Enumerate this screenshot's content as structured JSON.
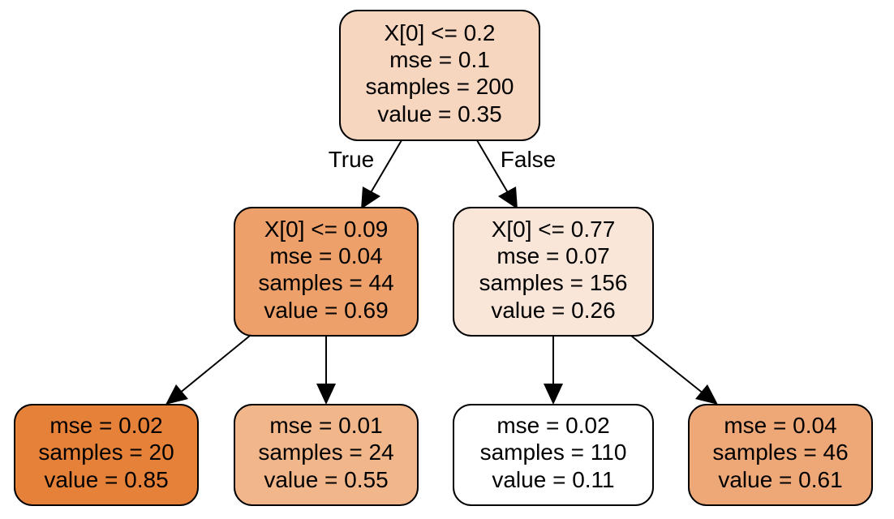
{
  "tree": {
    "root": {
      "lines": [
        "X[0] <= 0.2",
        "mse = 0.1",
        "samples = 200",
        "value = 0.35"
      ],
      "fill": "#f7d6bf"
    },
    "left": {
      "lines": [
        "X[0] <= 0.09",
        "mse = 0.04",
        "samples = 44",
        "value = 0.69"
      ],
      "fill": "#eda06a"
    },
    "right": {
      "lines": [
        "X[0] <= 0.77",
        "mse = 0.07",
        "samples = 156",
        "value = 0.26"
      ],
      "fill": "#fae6d9"
    },
    "left_left": {
      "lines": [
        "mse = 0.02",
        "samples = 20",
        "value = 0.85"
      ],
      "fill": "#e58139"
    },
    "left_right": {
      "lines": [
        "mse = 0.01",
        "samples = 24",
        "value = 0.55"
      ],
      "fill": "#f1b68a"
    },
    "right_left": {
      "lines": [
        "mse = 0.02",
        "samples = 110",
        "value = 0.11"
      ],
      "fill": "#ffffff"
    },
    "right_right": {
      "lines": [
        "mse = 0.04",
        "samples = 46",
        "value = 0.61"
      ],
      "fill": "#eea878"
    }
  },
  "edge_labels": {
    "true_label": "True",
    "false_label": "False"
  },
  "colors": {
    "border": "#000000",
    "edge": "#000000"
  }
}
